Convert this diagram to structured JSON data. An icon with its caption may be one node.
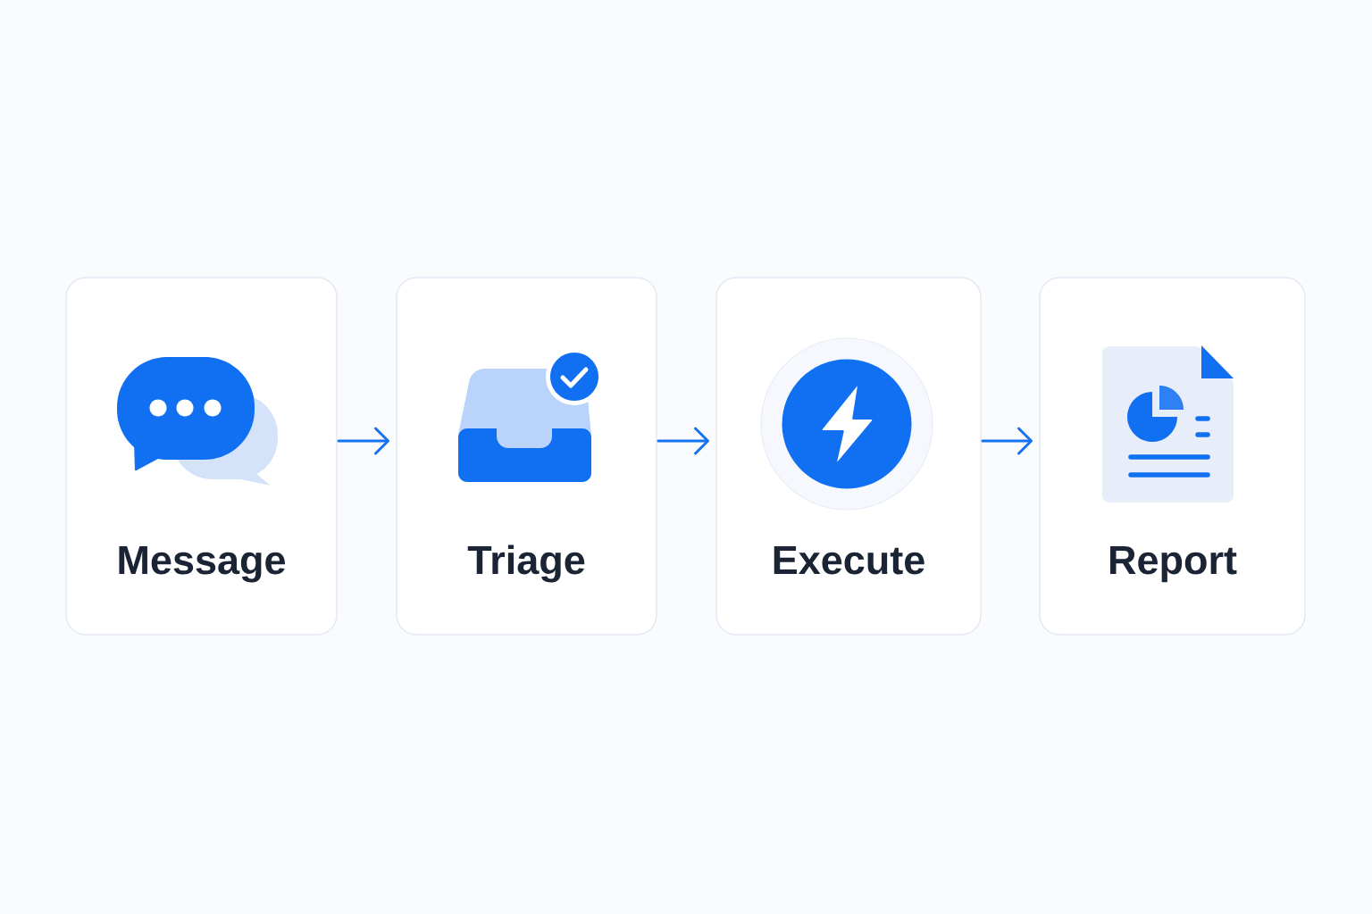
{
  "diagram": {
    "nodes": [
      {
        "text": [
          "Message"
        ]
      },
      {
        "text": [
          "Triage"
        ]
      },
      {
        "text": [
          "Execute"
        ]
      },
      {
        "text": [
          "Report"
        ]
      }
    ],
    "edges": [
      {
        "from": 0,
        "to": 1,
        "arrow": "to"
      },
      {
        "from": 1,
        "to": 2,
        "arrow": "to"
      },
      {
        "from": 2,
        "to": 3,
        "arrow": "to"
      }
    ]
  }
}
